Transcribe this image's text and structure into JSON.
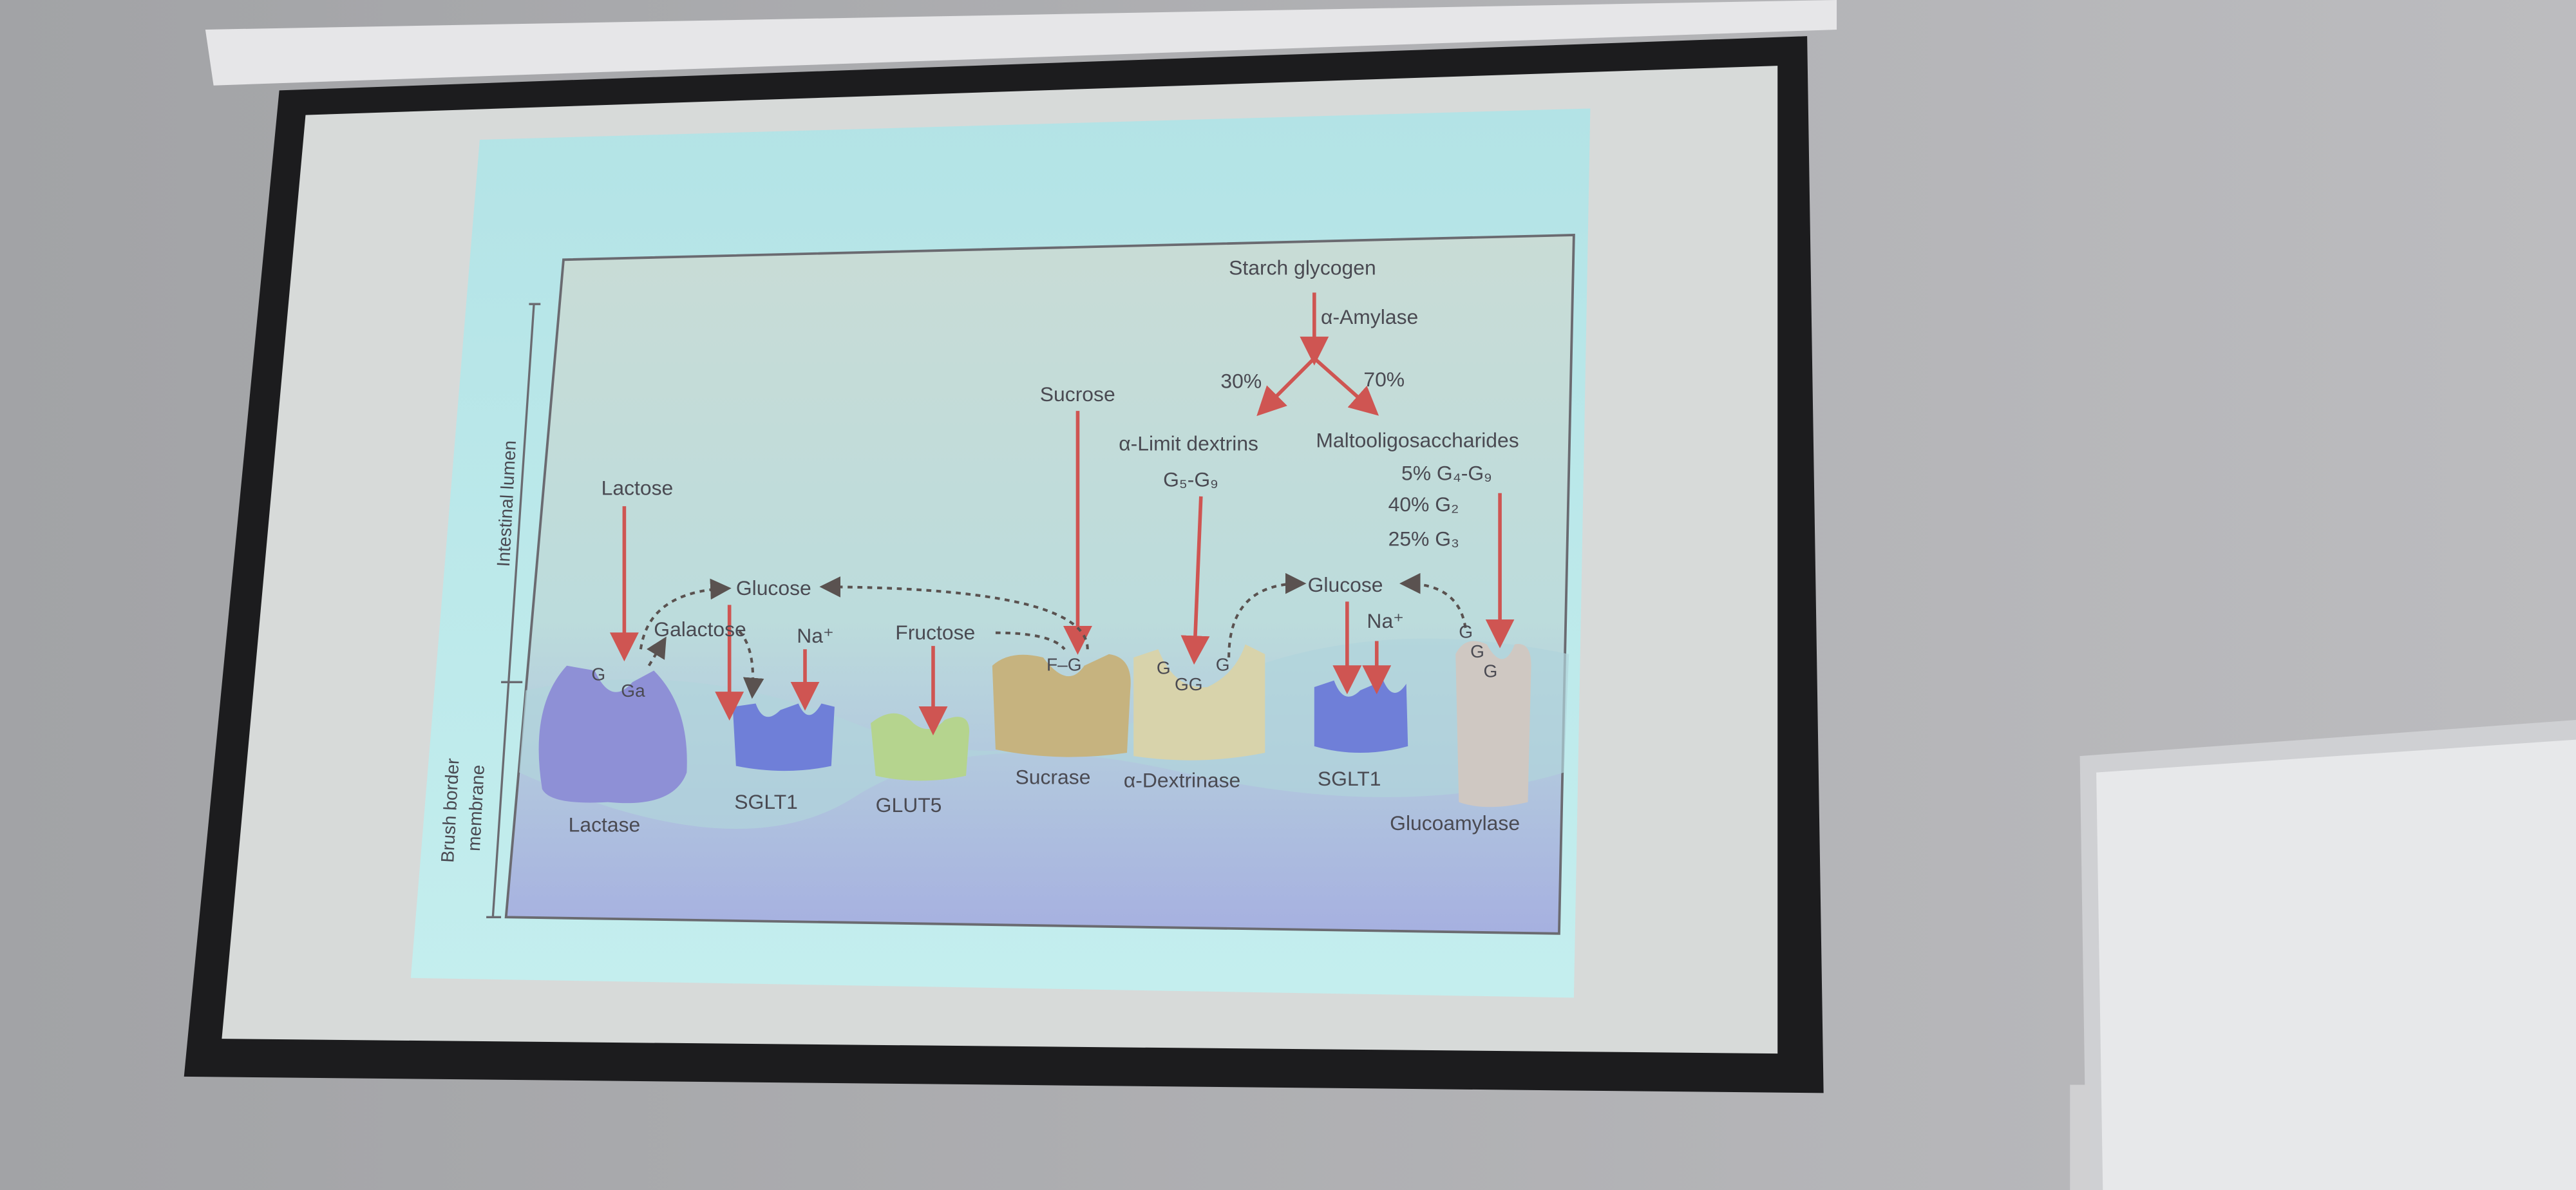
{
  "colors": {
    "wall": "#a9aaac",
    "screen_frame": "#1c1c1e",
    "slide_bg": "#b9e6e6",
    "arrow_red": "#cf5552",
    "membrane_bottom": "#a9b3e0"
  },
  "diagram": {
    "side_labels": {
      "lumen": "Intestinal lumen",
      "membrane_line1": "Brush border",
      "membrane_line2": "membrane"
    },
    "starch": "Starch glycogen",
    "amylase": "α-Amylase",
    "pct_30": "30%",
    "pct_70": "70%",
    "limit_dextrins": "α-Limit dextrins",
    "limit_dextrins_range": "G₅-G₉",
    "maltooligo": "Maltooligosaccharides",
    "maltooligo_parts": [
      "5% G₄-G₉",
      "40% G₂",
      "25% G₃"
    ],
    "sucrose": "Sucrose",
    "lactose": "Lactose",
    "glucose_left": "Glucose",
    "galactose": "Galactose",
    "na_left": "Na⁺",
    "fructose": "Fructose",
    "glucose_right": "Glucose",
    "na_right": "Na⁺",
    "substrate_tags": {
      "lactase_g": "G",
      "lactase_ga": "Ga",
      "sucrase_fg": "F–G",
      "dextrinase_g1": "G",
      "dextrinase_g2": "GG",
      "dextrinase_g3": "G",
      "gluco_g1": "G",
      "gluco_g2": "G",
      "gluco_g3": "G"
    },
    "proteins": [
      "Lactase",
      "SGLT1",
      "GLUT5",
      "Sucrase",
      "α-Dextrinase",
      "SGLT1",
      "Glucoamylase"
    ]
  }
}
